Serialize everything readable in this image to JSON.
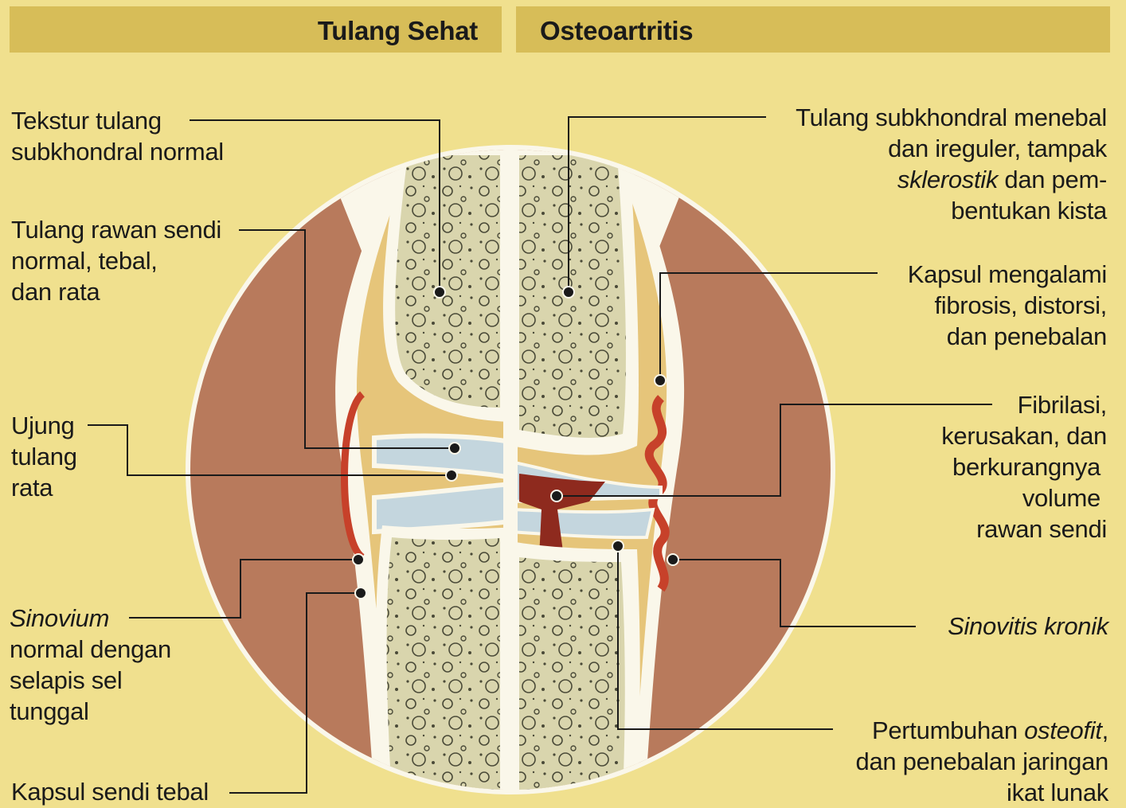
{
  "header": {
    "healthy_title": "Tulang Sehat",
    "oa_title": "Osteoartritis"
  },
  "labels_left": {
    "subchondral_normal": [
      "Tekstur tulang",
      "subkhondral normal"
    ],
    "cartilage_normal": [
      "Tulang rawan sendi",
      "normal, tebal,",
      "dan rata"
    ],
    "bone_end_flat": [
      "Ujung",
      "tulang",
      "rata"
    ],
    "synovium": {
      "term": "Sinovium",
      "rest": [
        "normal dengan",
        "selapis sel",
        "tunggal"
      ]
    },
    "capsule_thick": [
      "Kapsul sendi tebal"
    ]
  },
  "labels_right": {
    "subchondral_oa": {
      "line1": "Tulang subkhondral menebal",
      "line2": "dan ireguler, tampak",
      "term": "sklerostik",
      "line3_rest": " dan pem-",
      "line4": "bentukan kista"
    },
    "capsule_fibrosis": [
      "Kapsul mengalami",
      "fibrosis, distorsi,",
      "dan penebalan"
    ],
    "fibrillation": [
      "Fibrilasi,",
      "kerusakan, dan",
      "berkurangnya",
      "volume",
      "rawan sendi"
    ],
    "synovitis": "Sinovitis kronik",
    "osteophyte": {
      "line1_a": "Pertumbuhan ",
      "term": "osteofit",
      "line1_b": ",",
      "line2": "dan penebalan jaringan",
      "line3": "ikat lunak"
    }
  },
  "colors": {
    "background": "#f0e08e",
    "header_bar": "#d7bd58",
    "muscle": "#b87a5c",
    "bone": "#d9d5ad",
    "cartilage": "#c4d6de",
    "synovium": "#c7412a",
    "joint_fluid": "#e6c57a",
    "white_ring": "#faf7ea"
  }
}
